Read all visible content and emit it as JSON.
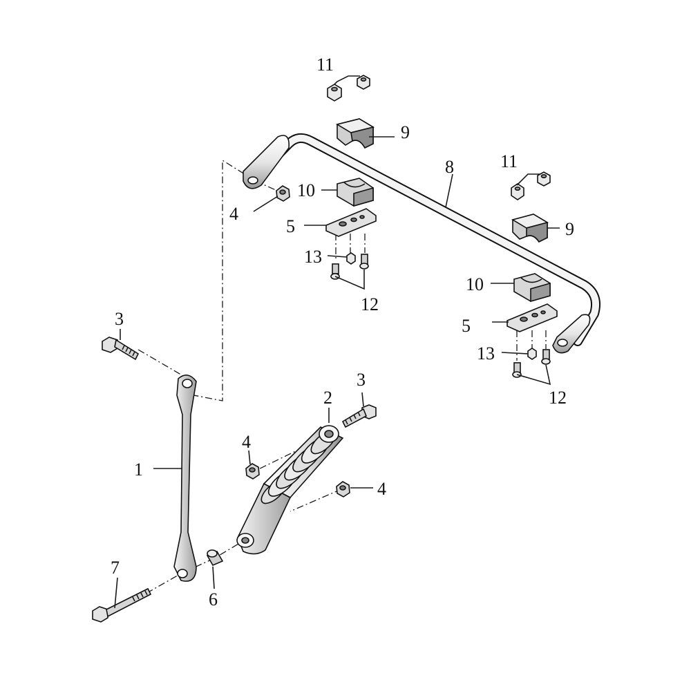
{
  "diagram": {
    "colors": {
      "line": "#1a1a1a",
      "part_light": "#f2f2f2",
      "part_mid": "#cfcfcf",
      "part_dark": "#8a8a8a",
      "background": "#ffffff"
    },
    "callouts": {
      "c1": "1",
      "c2": "2",
      "c3a": "3",
      "c3b": "3",
      "c4a": "4",
      "c4b": "4",
      "c4c": "4",
      "c5a": "5",
      "c5b": "5",
      "c6": "6",
      "c7": "7",
      "c8": "8",
      "c9a": "9",
      "c9b": "9",
      "c10a": "10",
      "c10b": "10",
      "c11a": "11",
      "c11b": "11",
      "c12a": "12",
      "c12b": "12",
      "c13a": "13",
      "c13b": "13"
    }
  }
}
